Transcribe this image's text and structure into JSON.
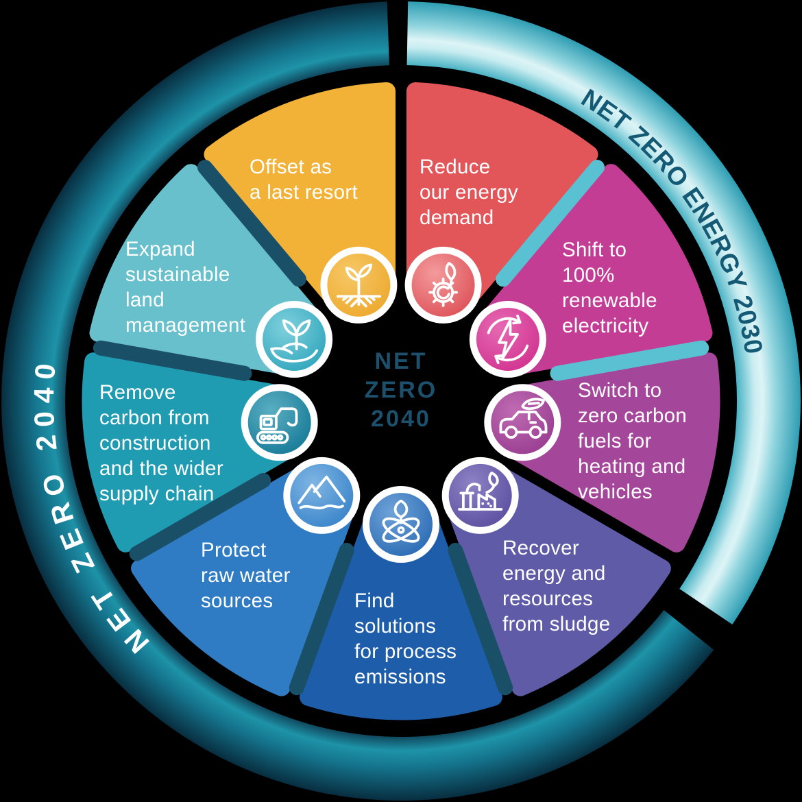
{
  "background": "#000000",
  "center": {
    "text": "NET\nZERO\n2040",
    "color": "#1C506C"
  },
  "chart_data": {
    "type": "radial-diagram",
    "title": "NET ZERO 2040",
    "outer_rings": [
      {
        "label": "NET ZERO ENERGY 2030",
        "start_deg": 1,
        "end_deg": 124,
        "text_start_deg": 30,
        "text_end_deg": 100,
        "text_offset": 8,
        "font_size": 37,
        "letter_spacing": 0.5,
        "text_color": "#155A74",
        "gradient_stops": [
          [
            0.84,
            "#49B2C4"
          ],
          [
            0.885,
            "#C9EDF1"
          ],
          [
            0.905,
            "#DDF4F6"
          ],
          [
            0.94,
            "#8FD4DE"
          ],
          [
            1,
            "#2F9DB2"
          ]
        ]
      },
      {
        "label": "NET ZERO 2040",
        "start_deg": 128.5,
        "end_deg": 358,
        "text_start_deg": 224,
        "text_end_deg": 300,
        "text_offset": 18,
        "font_size": 41,
        "letter_spacing": 11,
        "text_color": "#FFFFFF",
        "gradient_stops": [
          [
            0.84,
            "#10485E"
          ],
          [
            0.875,
            "#1E93A8"
          ],
          [
            0.915,
            "#15768F"
          ],
          [
            1,
            "#082E40"
          ]
        ]
      }
    ],
    "segments": [
      {
        "label": "Reduce\nour energy\ndemand",
        "color": "#E25659",
        "icon": "gear-leaf-icon",
        "icon_color": "#D9484F",
        "icon_color_light": "#F49A9B",
        "start_deg": 0,
        "end_deg": 40,
        "group": "NET ZERO ENERGY 2030"
      },
      {
        "label": "Shift to\n100%\nrenewable\nelectricity",
        "color": "#C33D95",
        "icon": "renewable-lightning-icon",
        "icon_color": "#CE2B8B",
        "icon_color_light": "#E669B2",
        "start_deg": 40,
        "end_deg": 80,
        "group": "NET ZERO ENERGY 2030"
      },
      {
        "label": "Switch to\nzero carbon\nfuels for\nheating and\nvehicles",
        "color": "#A44699",
        "icon": "zero-carbon-car-icon",
        "icon_color": "#93368B",
        "icon_color_light": "#BF6BB3",
        "start_deg": 80,
        "end_deg": 120,
        "group": "NET ZERO ENERGY 2030"
      },
      {
        "label": "Recover\nenergy and\nresources\nfrom sludge",
        "color": "#5F5BA6",
        "icon": "sludge-factory-icon",
        "icon_color": "#54489B",
        "icon_color_light": "#8C82C4",
        "start_deg": 120,
        "end_deg": 160,
        "group": "NET ZERO 2040"
      },
      {
        "label": "Find\nsolutions\nfor process\nemissions",
        "color": "#1D5DA9",
        "icon": "atom-leaf-icon",
        "icon_color": "#2163AE",
        "icon_color_light": "#6FA3D9",
        "start_deg": 160,
        "end_deg": 200,
        "group": "NET ZERO 2040"
      },
      {
        "label": "Protect\nraw water\nsources",
        "color": "#2F7CC5",
        "icon": "mountains-river-icon",
        "icon_color": "#2F7DC6",
        "icon_color_light": "#7FB5E3",
        "start_deg": 200,
        "end_deg": 240,
        "group": "NET ZERO 2040"
      },
      {
        "label": "Remove\ncarbon from\nconstruction\nand the wider\nsupply chain",
        "color": "#1F9CB1",
        "icon": "excavator-icon",
        "icon_color": "#0D7391",
        "icon_color_light": "#5AAEC2",
        "start_deg": 240,
        "end_deg": 280,
        "group": "NET ZERO 2040"
      },
      {
        "label": "Expand\nsustainable\nland\nmanagement",
        "color": "#68C0CD",
        "icon": "hand-seedling-icon",
        "icon_color": "#25A0B8",
        "icon_color_light": "#7FD0DC",
        "start_deg": 280,
        "end_deg": 320,
        "group": "NET ZERO 2040"
      },
      {
        "label": "Offset as\na last resort",
        "color": "#F2B237",
        "icon": "plant-roots-icon",
        "icon_color": "#ECA426",
        "icon_color_light": "#F6C866",
        "start_deg": 320,
        "end_deg": 360,
        "group": "NET ZERO 2040"
      }
    ],
    "accent_bars": [
      {
        "deg": 40,
        "color": "#5AC1D3"
      },
      {
        "deg": 80,
        "color": "#5AC1D3"
      },
      {
        "deg": 160,
        "color": "#1A4F68"
      },
      {
        "deg": 200,
        "color": "#1A4F68"
      },
      {
        "deg": 240,
        "color": "#1A4F68"
      },
      {
        "deg": 280,
        "color": "#1A4F68"
      },
      {
        "deg": 320,
        "color": "#1A4F68"
      }
    ],
    "layout_hints": {
      "legend": "none",
      "grid": "off",
      "label_text_color": "#FFFFFF",
      "icon_stroke_color": "#FFFFFF"
    }
  }
}
